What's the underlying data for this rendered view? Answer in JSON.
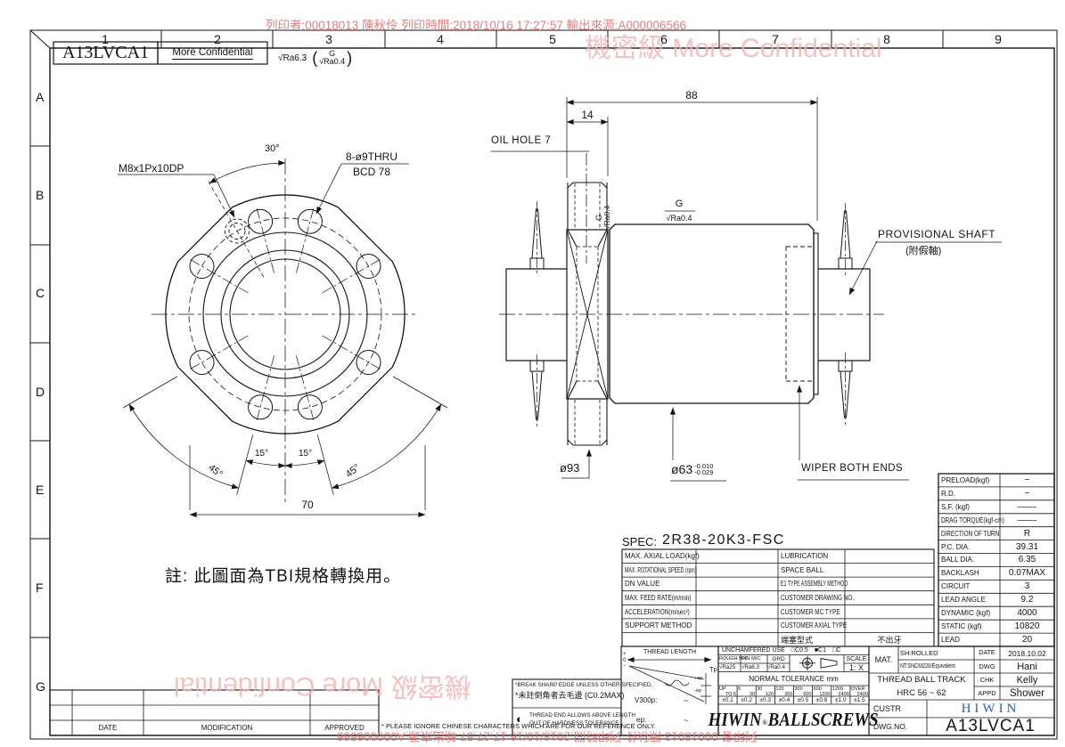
{
  "colors": {
    "line": "#141414",
    "watermark_strong": "#dd6a6a",
    "watermark_light": "#f2b0b0",
    "hiwin_blue": "#2e5db8"
  },
  "watermarks": {
    "print_info": "列印者:00018013 陳秋伶 列印時間:2018/10/16 17:27:57 輸出來源:A000006566",
    "confidential_cn": "機密級",
    "confidential_en": "More Confidential"
  },
  "frame": {
    "columns": [
      "1",
      "2",
      "3",
      "4",
      "5",
      "6",
      "7",
      "8",
      "9"
    ],
    "rows": [
      "A",
      "B",
      "C",
      "D",
      "E",
      "F",
      "G"
    ]
  },
  "header": {
    "drawing_no": "A13LVCA1",
    "classification": "More Confidential",
    "finish_main": "√Ra6.3",
    "paren_l": "(",
    "finish_g": "G",
    "finish_sub": "√Ra0.4",
    "paren_r": ")"
  },
  "front_view": {
    "tap": "M8x1Px10DP",
    "angle_top": "30°",
    "holes": "8-ø9THRU",
    "bcd": "BCD 78",
    "a45l": "45°",
    "a15l": "15°",
    "a15r": "15°",
    "a45r": "45°",
    "width": "70"
  },
  "side_view": {
    "dim_overall": "88",
    "dim_flange": "14",
    "oil_hole": "OIL HOLE 7",
    "g": "G",
    "ra04": "√Ra0.4",
    "provisional": "PROVISIONAL SHAFT",
    "provisional_zh": "(附假軸)",
    "dia_flange": "ø93",
    "dia_nut": "ø63",
    "tol_up": "-0.010",
    "tol_dn": "-0.029",
    "wiper": "WIPER BOTH ENDS"
  },
  "note": "註: 此圖面為TBI規格轉換用。",
  "spec": {
    "label": "SPEC:",
    "value": "2R38-20K3-FSC",
    "left": [
      "MAX. AXIAL LOAD(kgf)",
      "MAX. ROTATIONAL SPEED (rpm)",
      "DN VALUE",
      "MAX. FEED RATE(m/min)",
      "ACCELERATION(m/sec²)",
      "SUPPORT METHOD"
    ],
    "right": [
      "LUBRICATION",
      "SPACE BALL",
      "E1 TYPE ASSEMBLY METHOD",
      "CUSTOMER DRAWING NO.",
      "CUSTOMER MC TYPE",
      "CUSTOMER AXIAL TYPE"
    ],
    "endcap_label": "端塞型式",
    "endcap_value": "不出牙"
  },
  "properties": {
    "rows": [
      {
        "label": "PRELOAD(kgf)",
        "value": "~"
      },
      {
        "label": "R.D.",
        "value": "~"
      },
      {
        "label": "S.F. (kgf)",
        "value": "~"
      },
      {
        "label": "DRAG TORQUE(kgf-cm)",
        "value": "~"
      },
      {
        "label": "DIRECTION OF TURN",
        "value": "R"
      },
      {
        "label": "P.C. DIA.",
        "value": "39.31"
      },
      {
        "label": "BALL DIA.",
        "value": "6.35"
      },
      {
        "label": "BACKLASH",
        "value": "0.07MAX"
      },
      {
        "label": "CIRCUIT",
        "value": "3"
      },
      {
        "label": "LEAD ANGLE",
        "value": "9.2"
      },
      {
        "label": "DYNAMIC (kgf)",
        "value": "4000"
      },
      {
        "label": "STATIC (kgf)",
        "value": "10820"
      },
      {
        "label": "LEAD",
        "value": "20"
      }
    ]
  },
  "notes_box": {
    "line1_en": "*BREAK SHARP EDGE UNLESS OTHER SPECIFIED.",
    "line1_zh": "*未註倒角者去毛邊 (C0.2MAX)",
    "icon": "◐",
    "line2a": "THREAD END ALLOWS ABOVE LENGTH",
    "line2b": "OUT OF HARDNESS TOLERANCE"
  },
  "thread_box": {
    "title": "THREAD LENGTH",
    "plus": "+",
    "zero": "0",
    "minus": "−",
    "tp": "Tp",
    "ep_up": "+ep",
    "ep_dn": "-ep",
    "v300_label": "V300p:",
    "v300_value": "~",
    "ep_label": "ep:",
    "ep_value": "~"
  },
  "tol_block": {
    "unchamfered": "UNCHAMFERED USE",
    "c05": "□C0.5",
    "c1": "■C1",
    "c": "□C",
    "rough": "ROUGH M/C",
    "fin": "FIN M/C",
    "grd": "GRD",
    "ra_rough": "√Ra25",
    "ra_fin": "√Ra6.3",
    "ra_grd": "√Ra0.4",
    "scale_label": "SCALE",
    "scale_value": "1: X",
    "tol_title": "NORMAL TOLERANCE mm",
    "ranges": [
      {
        "t": "UP",
        "b": "TO 6"
      },
      {
        "t": "6",
        "b": "30"
      },
      {
        "t": "30",
        "b": "120"
      },
      {
        "t": "120",
        "b": "300"
      },
      {
        "t": "300",
        "b": "600"
      },
      {
        "t": "600",
        "b": "1200"
      },
      {
        "t": "1200",
        "b": "2400"
      },
      {
        "t": "OVER",
        "b": "2400"
      }
    ],
    "tols": [
      "±0.1",
      "±0.2",
      "±0.3",
      "±0.4",
      "±0.5",
      "±0.8",
      "±1.0",
      "±1.5"
    ],
    "logo_a": "HIWIN",
    "logo_r": "®",
    "logo_b": "BALLSCREWS"
  },
  "title_block": {
    "mat": "MAT.",
    "mat1": "SH:ROLLED",
    "mat2": "NT:SNCM220/Equivalent",
    "hrc1": "THREAD BALL TRACK",
    "hrc2": "HRC 56 ~ 62",
    "date_l": "DATE",
    "date": "2018.10.02",
    "dwg_l": "DWG",
    "dwg": "Hani",
    "chk_l": "CHK",
    "chk": "Kelly",
    "appd_l": "APPD",
    "appd": "Shower",
    "custr_l": "CUSTR",
    "custr": "HIWIN",
    "no_l": "DWG.NO.",
    "no": "A13LVCA1"
  },
  "revision": {
    "date": "DATE",
    "modification": "MODIFICATION",
    "approved": "APPROVED",
    "note": "* PLEASE IGNORE CHINESE CHARACTERS WHICH ARE FOR OUR REFERENCE ONLY."
  }
}
